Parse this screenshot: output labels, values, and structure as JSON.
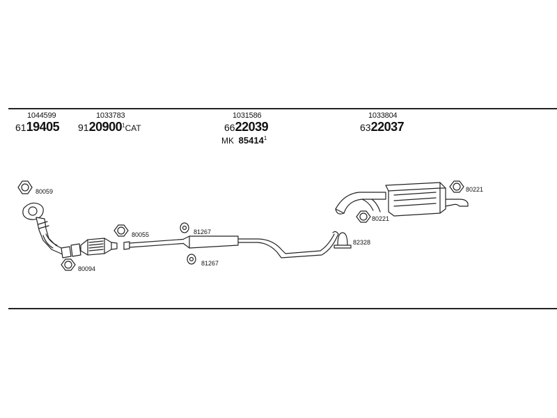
{
  "groups": [
    {
      "oem": "1044599",
      "prefix": "61",
      "num": "19405",
      "sup": "",
      "suffix": ""
    },
    {
      "oem": "1033783",
      "prefix": "91",
      "num": "20900",
      "sup": "1",
      "suffix": "CAT"
    },
    {
      "oem": "1031586",
      "prefix": "66",
      "num": "22039",
      "sup": "",
      "suffix": "",
      "mk_label": "MK",
      "mk_num": "85414",
      "mk_sup": "1"
    },
    {
      "oem": "1033804",
      "prefix": "63",
      "num": "22037",
      "sup": "",
      "suffix": ""
    }
  ],
  "callouts": [
    "80059",
    "80094",
    "80055",
    "81267",
    "81267",
    "80221",
    "80221",
    "82328"
  ]
}
